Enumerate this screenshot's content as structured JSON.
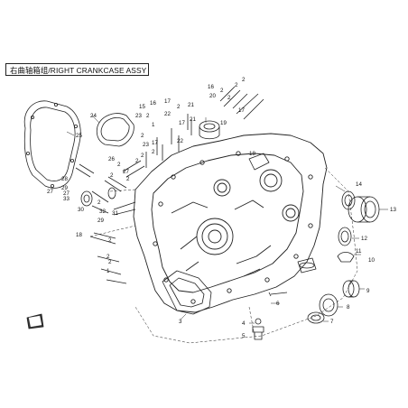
{
  "title": "右曲轴箱组/RIGHT CRANKCASE ASSY",
  "part_numbers": [
    "1",
    "2",
    "3",
    "4",
    "5",
    "6",
    "7",
    "8",
    "9",
    "10",
    "11",
    "12",
    "13",
    "14",
    "15",
    "16",
    "17",
    "18",
    "19",
    "20",
    "21",
    "22",
    "23",
    "24",
    "25",
    "26",
    "27",
    "28",
    "29",
    "30",
    "31",
    "32",
    "33"
  ],
  "direction_icon": "front-direction-arrow-icon"
}
